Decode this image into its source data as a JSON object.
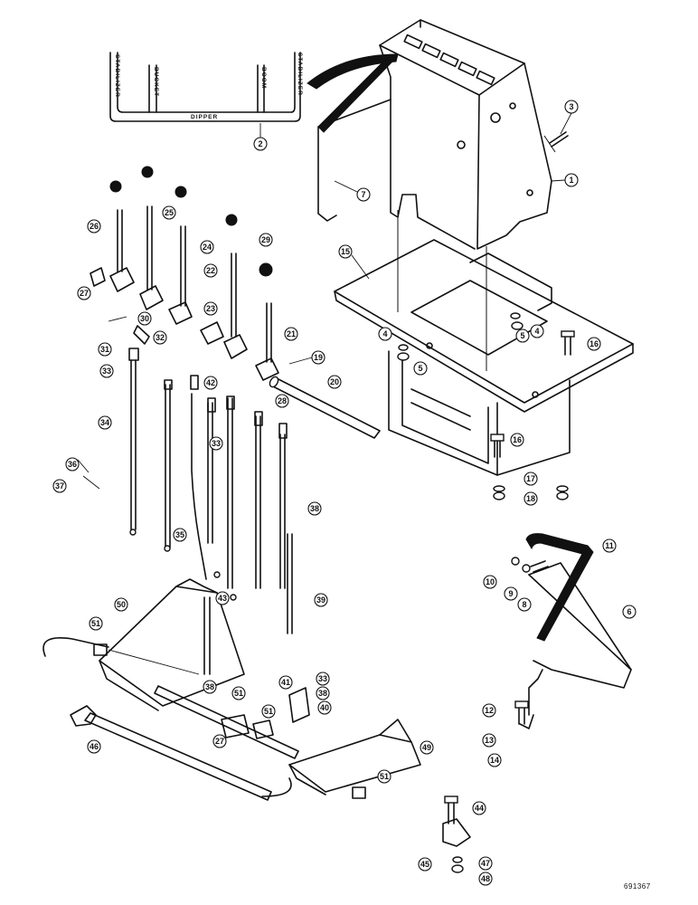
{
  "decal": {
    "left_stabilizer": "STABILIZER",
    "bucket": "BUCKET",
    "dipper": "DIPPER",
    "boom": "BOOM",
    "right_stabilizer": "STABILIZER"
  },
  "callouts": [
    "1",
    "2",
    "3",
    "4",
    "4",
    "5",
    "5",
    "6",
    "7",
    "8",
    "9",
    "10",
    "11",
    "12",
    "13",
    "14",
    "15",
    "16",
    "16",
    "17",
    "18",
    "19",
    "20",
    "21",
    "22",
    "23",
    "24",
    "25",
    "26",
    "27",
    "27",
    "28",
    "29",
    "30",
    "31",
    "32",
    "33",
    "33",
    "33",
    "34",
    "35",
    "36",
    "37",
    "38",
    "38",
    "38",
    "39",
    "40",
    "41",
    "42",
    "43",
    "44",
    "45",
    "46",
    "47",
    "48",
    "49",
    "50",
    "51",
    "51",
    "51",
    "51"
  ],
  "drawing_number": "691367"
}
